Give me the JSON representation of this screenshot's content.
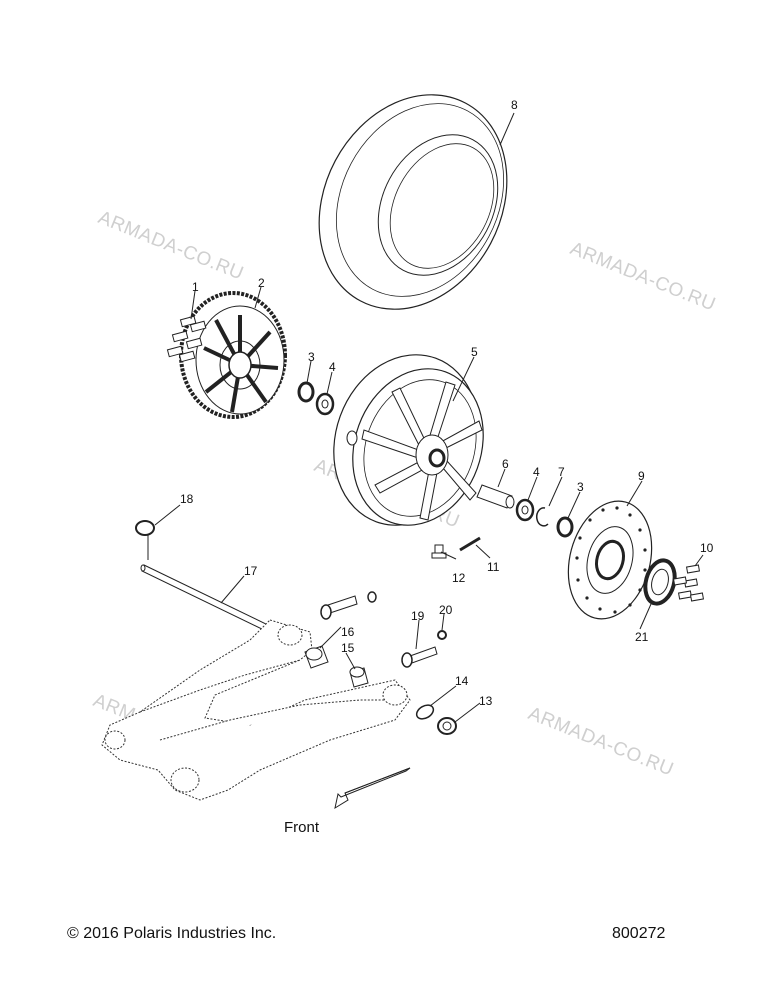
{
  "diagram": {
    "watermark_text": "ARMADA-CO.RU",
    "direction_label": "Front",
    "callouts": [
      "1",
      "2",
      "3",
      "4",
      "5",
      "6",
      "4",
      "7",
      "3",
      "9",
      "8",
      "18",
      "17",
      "16",
      "15",
      "19",
      "20",
      "12",
      "11",
      "10",
      "21",
      "14",
      "13"
    ]
  },
  "footer": {
    "copyright": "© 2016 Polaris Industries Inc.",
    "reference": "800272"
  },
  "colors": {
    "ink": "#111111",
    "watermark": "#cfcfcf",
    "background": "#ffffff"
  }
}
